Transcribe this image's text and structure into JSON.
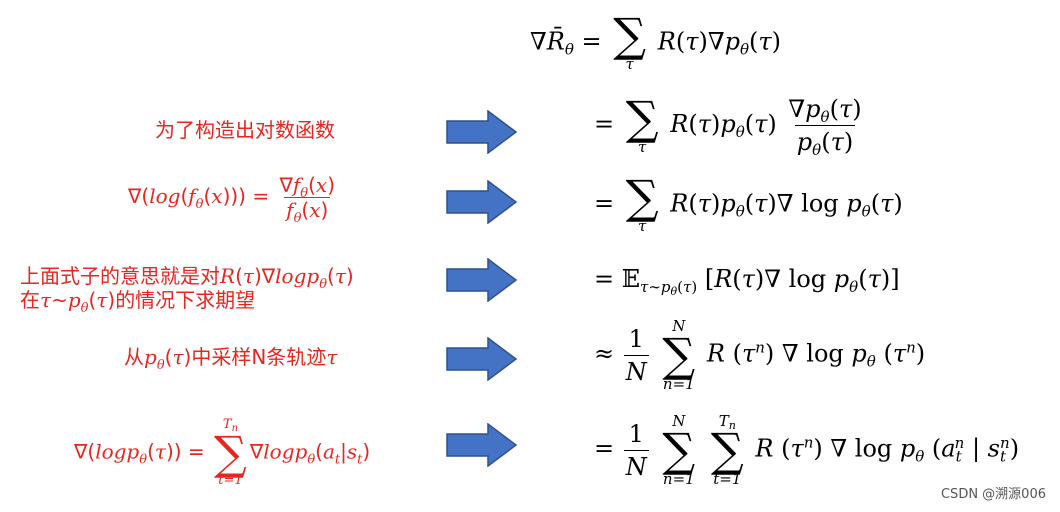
{
  "notes": {
    "construct": "为了构造出对数函数",
    "expectation_line1_prefix": "上面式子的意思就是对",
    "expectation_line2_prefix": "在",
    "expectation_line2_suffix": "的情况下求期望",
    "sample_prefix": "从",
    "sample_middle": "中采样N条轨迹",
    "tau": "τ"
  },
  "watermark": "CSDN @溯源006",
  "colors": {
    "annotation": "#e8251e",
    "arrow_fill": "#4472c4",
    "arrow_stroke": "#2f528f"
  },
  "icons": [
    "right-arrow-icon"
  ]
}
